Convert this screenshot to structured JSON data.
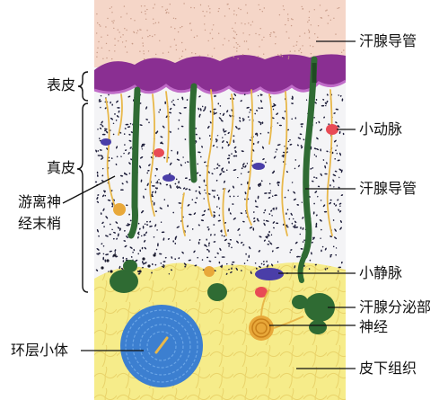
{
  "labels": {
    "left": {
      "epidermis": "表皮",
      "dermis": "真皮",
      "free_nerve_line1": "游离神",
      "free_nerve_line2": "经末梢",
      "pacinian": "环层小体"
    },
    "right": {
      "sweat_duct_top": "汗腺导管",
      "small_artery": "小动脉",
      "sweat_duct_mid": "汗腺导管",
      "small_vein": "小静脉",
      "sweat_gland": "汗腺分泌部",
      "nerve": "神经",
      "subcutis": "皮下组织"
    }
  },
  "colors": {
    "stratum_corneum": "#f5d6c8",
    "epidermis": "#8a2f92",
    "dermis": "#f4f4f6",
    "subcutis": "#f6ec8a",
    "sweat_gland": "#2f6b33",
    "artery": "#e84a55",
    "vein": "#4a3ea8",
    "nerve": "#e8b84a",
    "pacinian": "#3c7fd0"
  }
}
